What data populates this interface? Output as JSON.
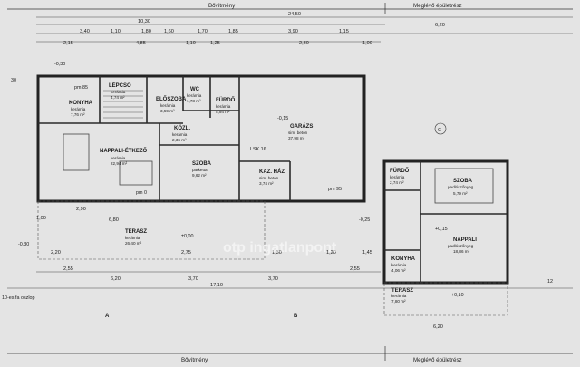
{
  "headers": {
    "top_left": "Bővítmény",
    "top_right": "Meglévő épületrész",
    "bottom_left": "Bővítmény",
    "bottom_right": "Meglévő épületrész"
  },
  "overall_dims": {
    "top_total": "24,50",
    "top_left": "10,30",
    "top_right": "6,20",
    "bottom_total": "17,10",
    "bottom_right": "6,20"
  },
  "rooms": [
    {
      "name": "KONYHA",
      "finish": "kerámia",
      "area": "7,76 m²"
    },
    {
      "name": "LÉPCSŐ",
      "finish": "kerámia",
      "area": "4,74 m²"
    },
    {
      "name": "ELŐSZOBA",
      "finish": "kerámia",
      "area": "3,59 m²"
    },
    {
      "name": "WC",
      "finish": "kerámia",
      "area": "1,73 m²"
    },
    {
      "name": "FÜRDŐ",
      "finish": "kerámia",
      "area": "5,94 m²"
    },
    {
      "name": "KÖZL.",
      "finish": "kerámia",
      "area": "2,36 m²"
    },
    {
      "name": "NAPPALI-ÉTKEZŐ",
      "finish": "kerámia",
      "area": "22,94 m²"
    },
    {
      "name": "SZOBA",
      "finish": "parketta",
      "area": "9,62 m²"
    },
    {
      "name": "GARÁZS",
      "finish": "sim. beton",
      "area": "37,98 m²"
    },
    {
      "name": "KAZ. HÁZ",
      "finish": "sim. beton",
      "area": "3,74 m²"
    },
    {
      "name": "TERASZ",
      "finish": "kerámia",
      "area": "26,40 m²"
    },
    {
      "name": "FÜRDŐ",
      "finish": "kerámia",
      "area": "2,74 m²"
    },
    {
      "name": "SZOBA",
      "finish": "padlószőnyeg",
      "area": "5,79 m²"
    },
    {
      "name": "NAPPALI",
      "finish": "padlószőnyeg",
      "area": "18,86 m²"
    },
    {
      "name": "KONYHA",
      "finish": "kerámia",
      "area": "4,06 m²"
    },
    {
      "name": "TERASZ",
      "finish": "kerámia",
      "area": "7,80 m²"
    }
  ],
  "top_dims": [
    "3,40",
    "1,10",
    "1,80",
    "1,60",
    "1,70",
    "2,15",
    "4,85",
    "3,90",
    "1,10",
    "1,25",
    "1,85",
    "1,15",
    "1,00",
    "2,80"
  ],
  "bottom_dims": [
    "2,55",
    "6,20",
    "3,70",
    "3,70",
    "2,55"
  ],
  "terrace_dims": [
    "1,00",
    "2,90",
    "6,80",
    "2,20",
    "2,75",
    "1,20",
    "1,30",
    "1,45"
  ],
  "level_marks": [
    "±0,00",
    "-0,15",
    "-0,30",
    "-0,25",
    "+0,15",
    "+0,10",
    "-0,30"
  ],
  "misc_labels": [
    "LSK 16",
    "pm 95",
    "pm 85",
    "pm 0",
    "C",
    "A",
    "B",
    "10-es fa oszlop",
    "12",
    "30"
  ],
  "watermark": "otp ingatlanpont"
}
